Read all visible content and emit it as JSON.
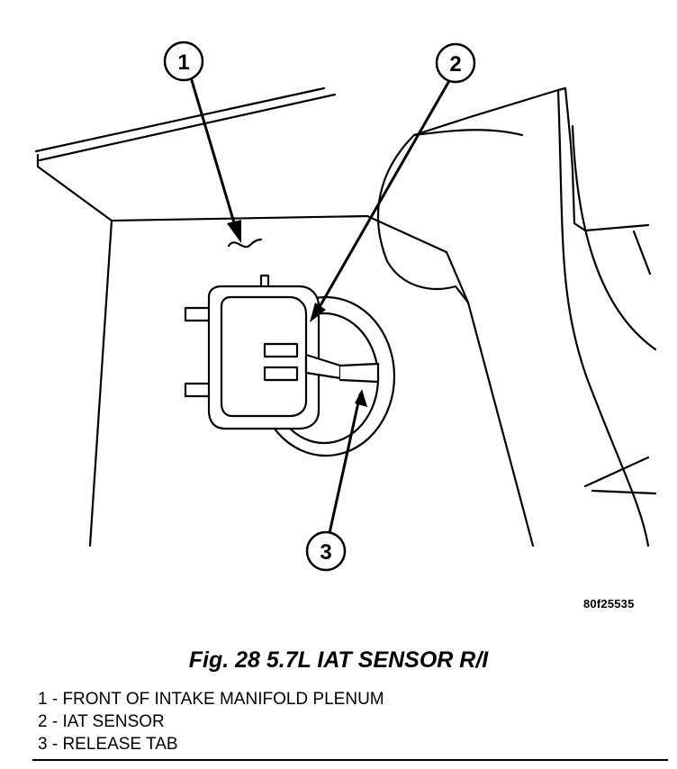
{
  "figure": {
    "image_id": "80f25535",
    "caption": "Fig. 28 5.7L IAT SENSOR R/I",
    "callouts": [
      {
        "number": "1",
        "text": "1 - FRONT OF INTAKE MANIFOLD PLENUM"
      },
      {
        "number": "2",
        "text": "2 - IAT SENSOR"
      },
      {
        "number": "3",
        "text": "3 - RELEASE TAB"
      }
    ]
  },
  "colors": {
    "line": "#000000",
    "background": "#ffffff"
  }
}
